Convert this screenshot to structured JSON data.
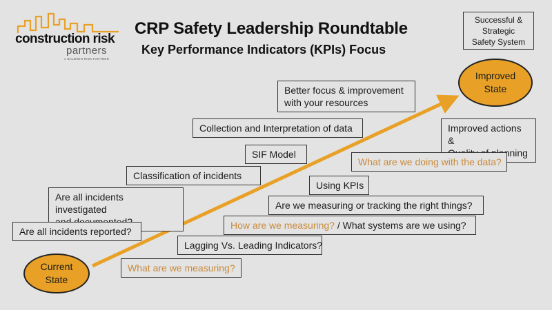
{
  "logo": {
    "main": "construction risk",
    "sub": "partners",
    "tagline": "A BALDWIN RISK PARTNER"
  },
  "header": {
    "title": "CRP Safety Leadership Roundtable",
    "subtitle": "Key Performance Indicators (KPIs) Focus"
  },
  "states": {
    "current": "Current\nState",
    "improved": "Improved\nState",
    "goal": "Successful &\nStrategic\nSafety System"
  },
  "left_boxes": [
    "Better focus & improvement\nwith your resources",
    "Collection and Interpretation of data",
    "SIF Model",
    "Classification of incidents",
    "Are all incidents investigated\nand documented?",
    "Are all incidents reported?",
    "Lagging Vs. Leading Indicators?"
  ],
  "right_boxes": {
    "improved_actions": "Improved actions &\nQuality of planning",
    "doing_with_data": "What are we doing with the data?",
    "using_kpis": "Using KPIs",
    "right_things": "Are we measuring or tracking  the right things?",
    "how_measuring": "How are we measuring?",
    "systems": "/ What systems are we using?",
    "what_measuring": "What are we measuring?"
  },
  "colors": {
    "accent": "#e8a126",
    "orange_text": "#c98a3b",
    "background": "#e3e3e3"
  }
}
